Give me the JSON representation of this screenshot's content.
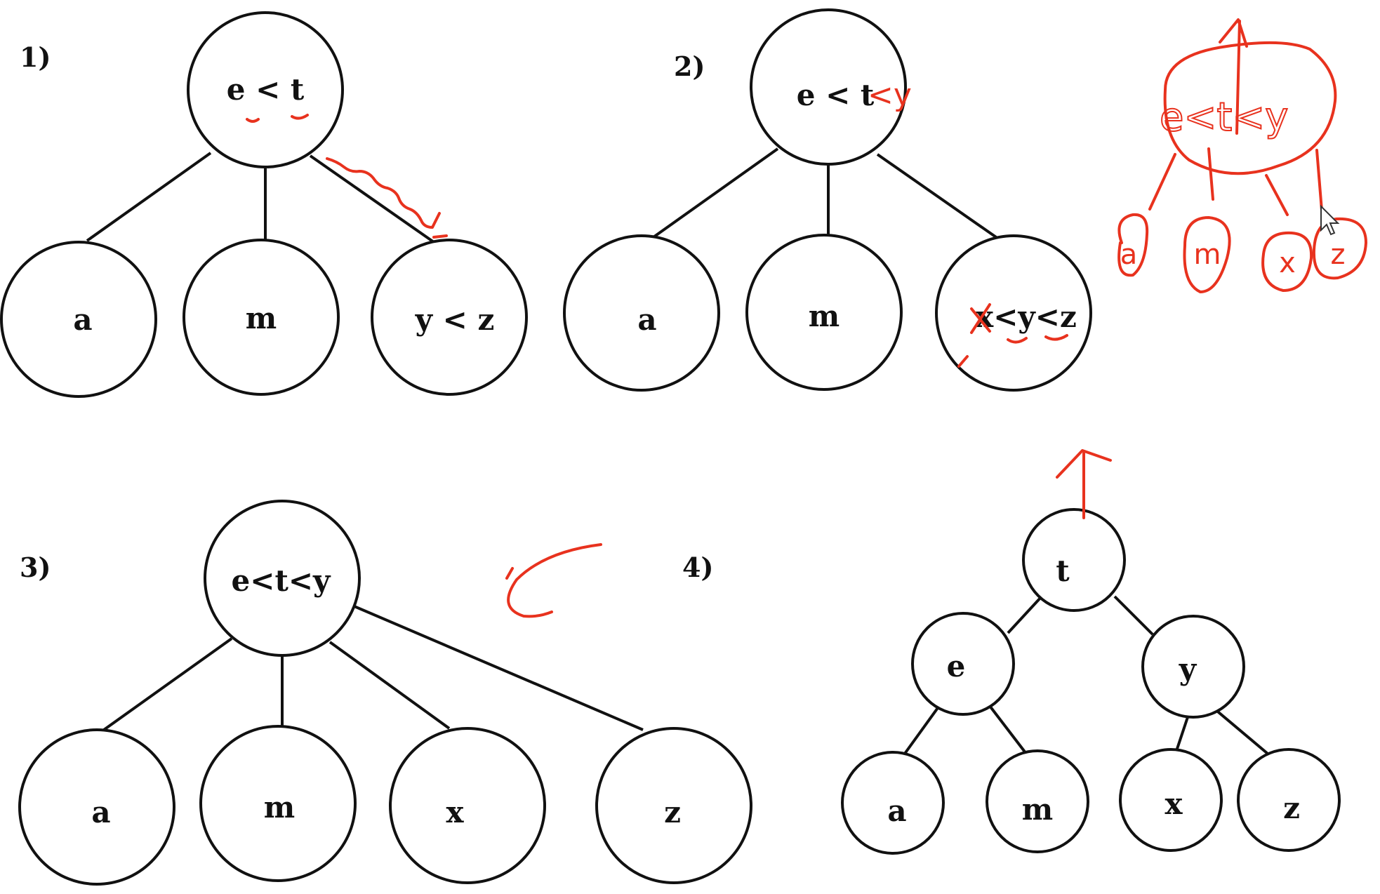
{
  "colors": {
    "ink": "#111111",
    "annotation": "#e8321e",
    "background": "#ffffff"
  },
  "diagrams": [
    {
      "label": "1)",
      "nodes": [
        {
          "id": "root",
          "text": "e < t"
        },
        {
          "id": "c1",
          "text": "a"
        },
        {
          "id": "c2",
          "text": "m"
        },
        {
          "id": "c3",
          "text": "y < z"
        }
      ],
      "edges": [
        [
          "root",
          "c1"
        ],
        [
          "root",
          "c2"
        ],
        [
          "root",
          "c3"
        ]
      ]
    },
    {
      "label": "2)",
      "nodes": [
        {
          "id": "root",
          "text": "e < t"
        },
        {
          "id": "c1",
          "text": "a"
        },
        {
          "id": "c2",
          "text": "m"
        },
        {
          "id": "c3",
          "text": "x<y<z"
        }
      ],
      "edges": [
        [
          "root",
          "c1"
        ],
        [
          "root",
          "c2"
        ],
        [
          "root",
          "c3"
        ]
      ]
    },
    {
      "label": "3)",
      "nodes": [
        {
          "id": "root",
          "text": "e<t<y"
        },
        {
          "id": "c1",
          "text": "a"
        },
        {
          "id": "c2",
          "text": "m"
        },
        {
          "id": "c3",
          "text": "x"
        },
        {
          "id": "c4",
          "text": "z"
        }
      ],
      "edges": [
        [
          "root",
          "c1"
        ],
        [
          "root",
          "c2"
        ],
        [
          "root",
          "c3"
        ],
        [
          "root",
          "c4"
        ]
      ]
    },
    {
      "label": "4)",
      "nodes": [
        {
          "id": "t",
          "text": "t"
        },
        {
          "id": "e",
          "text": "e"
        },
        {
          "id": "y",
          "text": "y"
        },
        {
          "id": "a",
          "text": "a"
        },
        {
          "id": "m",
          "text": "m"
        },
        {
          "id": "x",
          "text": "x"
        },
        {
          "id": "z",
          "text": "z"
        }
      ],
      "edges": [
        [
          "t",
          "e"
        ],
        [
          "t",
          "y"
        ],
        [
          "e",
          "a"
        ],
        [
          "e",
          "m"
        ],
        [
          "y",
          "x"
        ],
        [
          "y",
          "z"
        ]
      ]
    }
  ],
  "annotations": {
    "added_text": "<y",
    "sketch_root": "e<t<y",
    "sketch_leaves": [
      "a",
      "m",
      "x",
      "z"
    ]
  }
}
